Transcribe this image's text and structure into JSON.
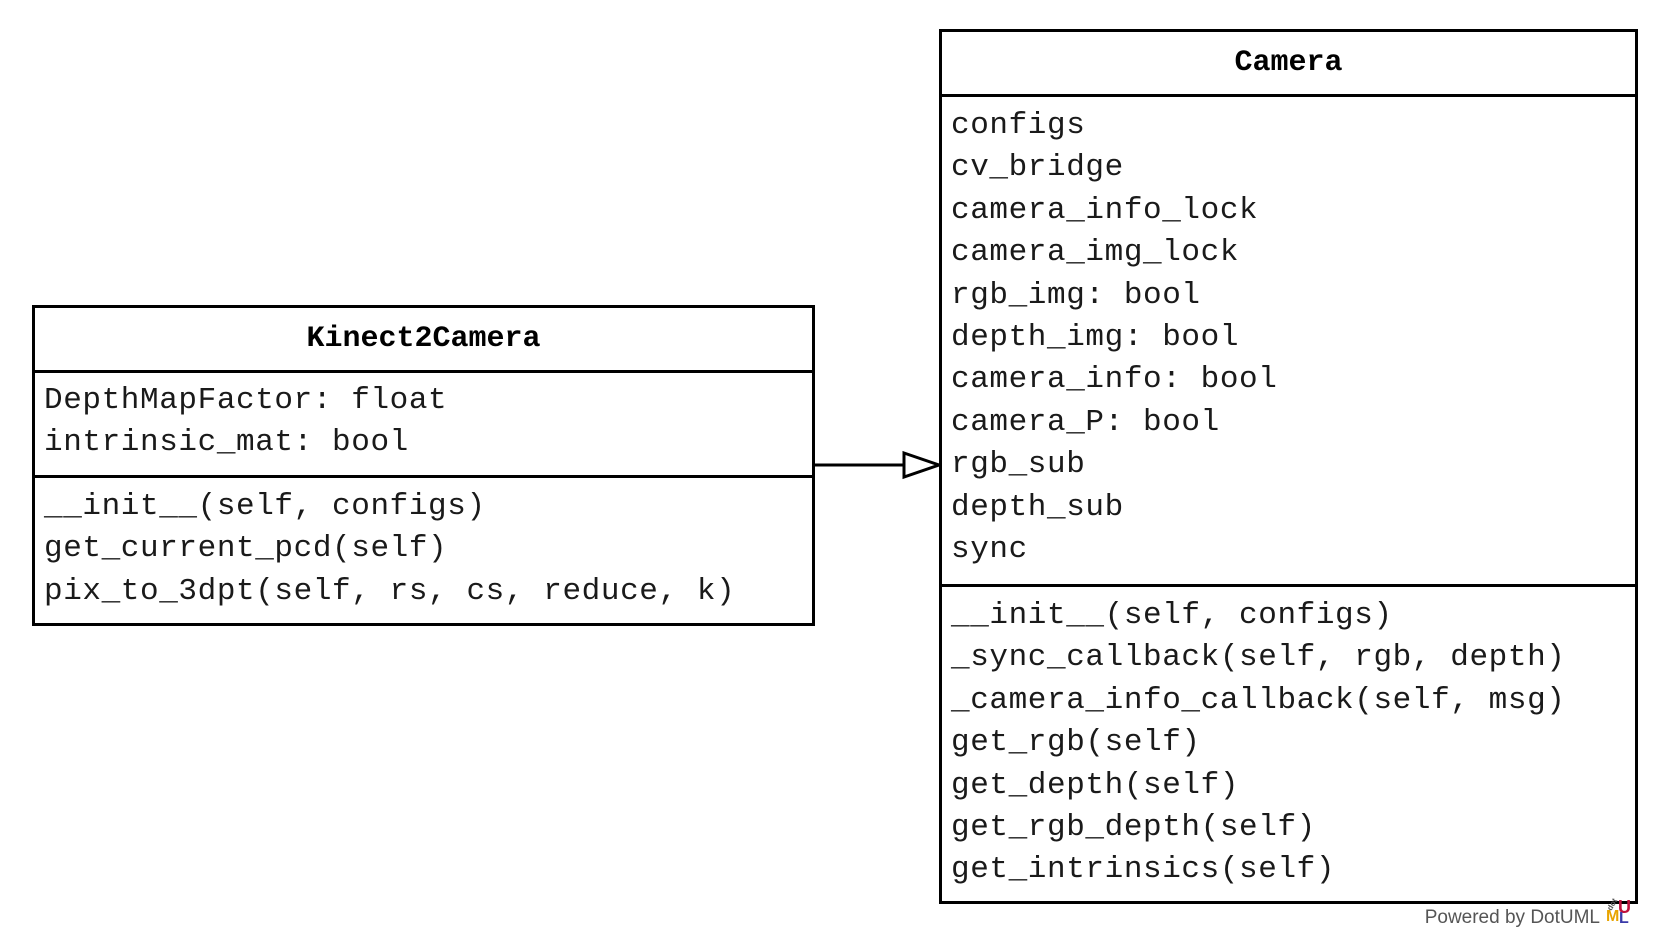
{
  "classes": {
    "kinect": {
      "name": "Kinect2Camera",
      "attributes": [
        "DepthMapFactor: float",
        "intrinsic_mat: bool"
      ],
      "methods": [
        "__init__(self, configs)",
        "get_current_pcd(self)",
        "pix_to_3dpt(self, rs, cs, reduce, k)"
      ]
    },
    "camera": {
      "name": "Camera",
      "attributes": [
        "configs",
        "cv_bridge",
        "camera_info_lock",
        "camera_img_lock",
        "rgb_img: bool",
        "depth_img: bool",
        "camera_info: bool",
        "camera_P: bool",
        "rgb_sub",
        "depth_sub",
        "sync"
      ],
      "methods": [
        "__init__(self, configs)",
        "_sync_callback(self, rgb, depth)",
        "_camera_info_callback(self, msg)",
        "get_rgb(self)",
        "get_depth(self)",
        "get_rgb_depth(self)",
        "get_intrinsics(self)"
      ]
    }
  },
  "relations": [
    {
      "type": "generalization",
      "from": "kinect",
      "to": "camera"
    }
  ],
  "footer": {
    "text": "Powered by DotUML",
    "logo_letters": {
      "u": "U",
      "m": "M",
      "l": "L",
      "dot": "dot"
    }
  },
  "colors": {
    "border": "#000000",
    "text": "#1a1a1a",
    "logo_u": "#c0103a",
    "logo_m": "#e8a400",
    "logo_l": "#3a3aa8"
  }
}
